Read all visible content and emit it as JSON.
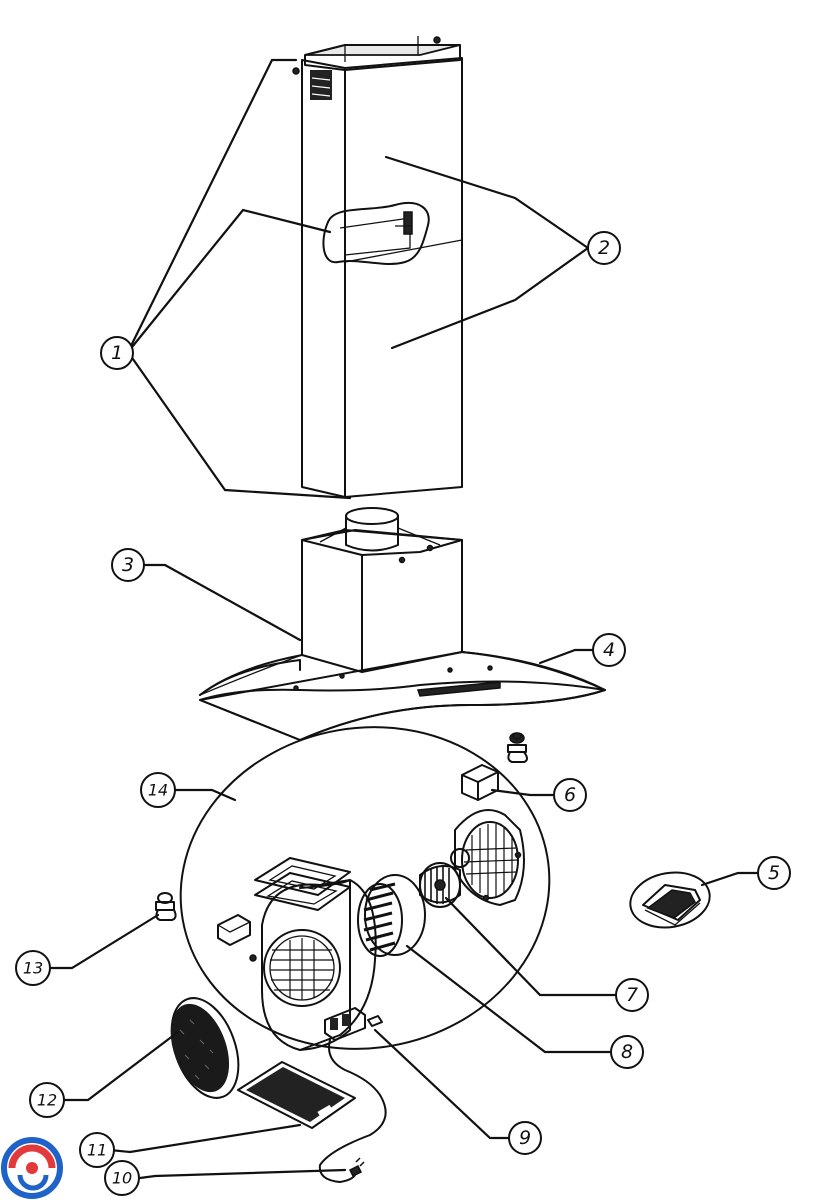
{
  "diagram": {
    "part_numbers": [
      "1",
      "2",
      "3",
      "4",
      "5",
      "6",
      "7",
      "8",
      "9",
      "10",
      "11",
      "12",
      "13",
      "14"
    ]
  },
  "logo": {
    "colors": {
      "primary": "#1f63c8",
      "secondary": "#e23a3a"
    }
  }
}
